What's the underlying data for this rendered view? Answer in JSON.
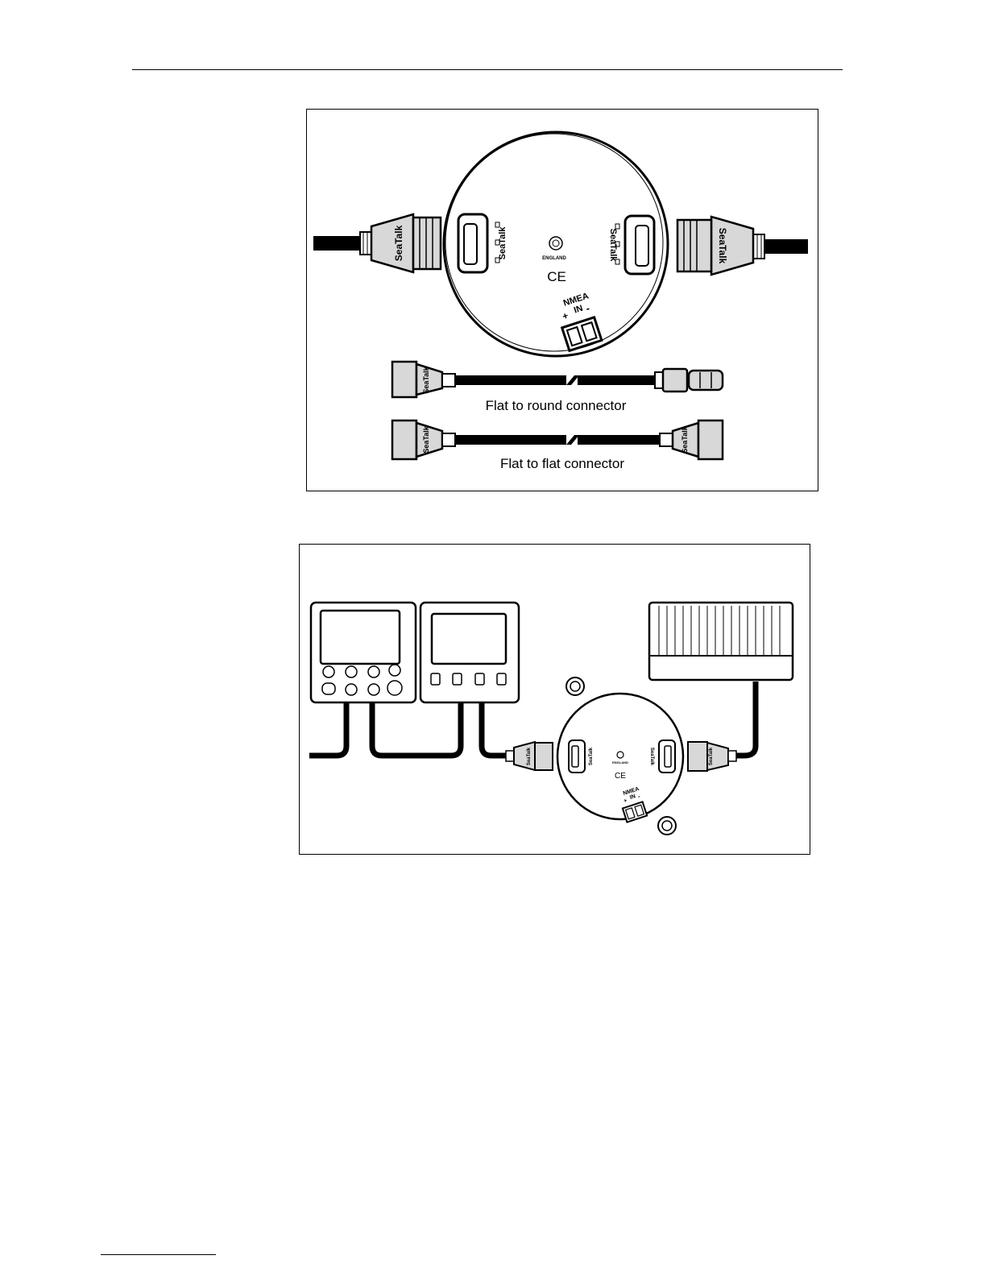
{
  "figure1": {
    "module_marks": {
      "country": "ENGLAND",
      "ce": "CE",
      "nmea_label_line1": "NMEA",
      "nmea_label_line2": "IN",
      "plus": "+",
      "minus": "-"
    },
    "plug_brand": "SeaTalk",
    "captions": {
      "flat_to_round": "Flat to round connector",
      "flat_to_flat": "Flat to flat connector"
    }
  },
  "figure2": {
    "module_marks": {
      "country": "ENGLAND",
      "ce": "CE",
      "nmea_label_line1": "NMEA",
      "nmea_label_line2": "IN",
      "plus": "+",
      "minus": "-"
    },
    "plug_brand": "SeaTalk"
  },
  "colors": {
    "ink": "#000000",
    "plug_fill": "#d8d8d8",
    "paper": "#ffffff"
  }
}
